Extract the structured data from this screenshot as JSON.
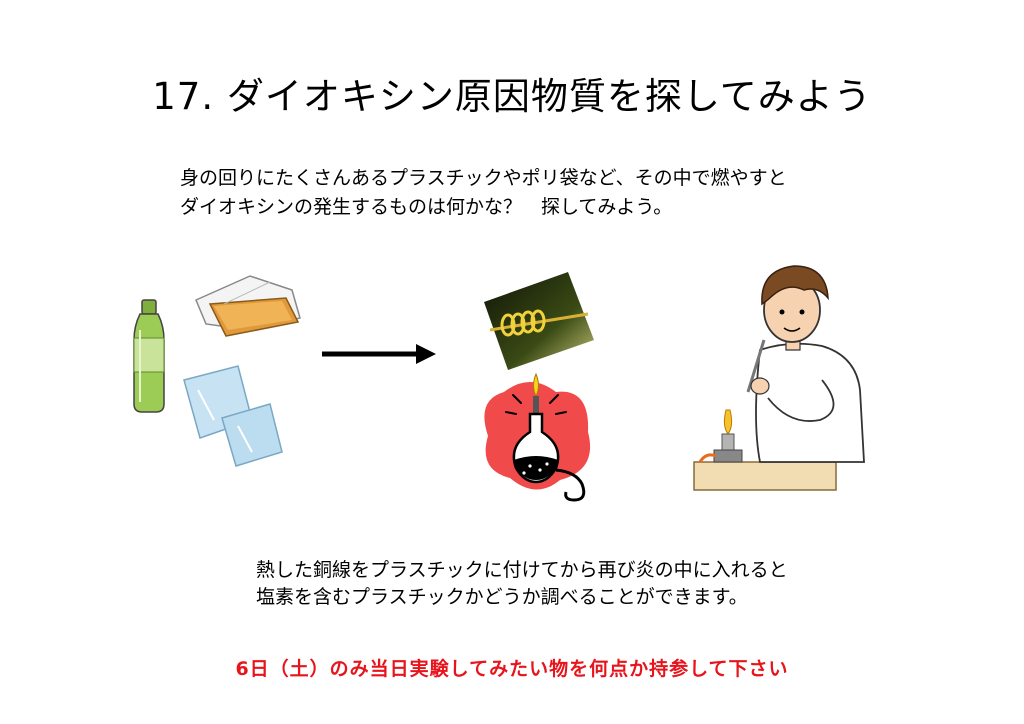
{
  "slide": {
    "title": "17. ダイオキシン原因物質を探してみよう",
    "intro_lines": [
      "身の回りにたくさんあるプラスチックやポリ袋など、その中で燃やすと",
      "ダイオキシンの発生するものは何かな？　探してみよう。"
    ],
    "explanation_lines": [
      "熱した銅線をプラスチックに付けてから再び炎の中に入れると",
      "塩素を含むプラスチックかどうか調べることができます。"
    ],
    "notice": "6日（土）のみ当日実験してみたい物を何点か持参して下さい",
    "colors": {
      "notice": "#e8141c",
      "bottle": "#9ccc55",
      "flame_background": "#f04a4a",
      "copper_coil": "#e8c21a",
      "desk": "#f2dcb2"
    },
    "icons": [
      "plastic-bottle-icon",
      "plastic-container-icon",
      "plastic-bag-icon",
      "arrow-right-icon",
      "copper-coil-icon",
      "alcohol-lamp-icon",
      "student-experiment-icon"
    ]
  }
}
